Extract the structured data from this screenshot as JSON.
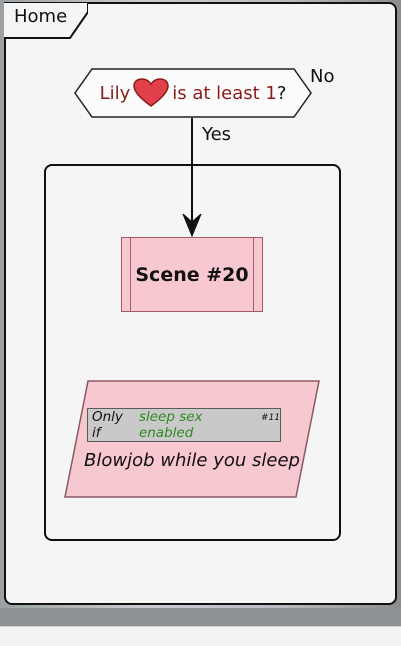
{
  "frame": {
    "title": "Home"
  },
  "decision": {
    "subject": "Lily",
    "heart_icon": "heart-icon",
    "condition": "is at least 1",
    "question_mark": "?",
    "no_label": "No",
    "yes_label": "Yes"
  },
  "scene": {
    "label": "Scene #20"
  },
  "action": {
    "condition_prefix": "Only if",
    "condition_flag": "sleep sex enabled",
    "condition_ref": "#11",
    "label": "Blowjob while you sleep"
  },
  "colors": {
    "scene_fill": "#f8c8d0",
    "heart": "#e0404a",
    "flag_green": "#2e8b1f",
    "condition_text": "#8a1b1b"
  }
}
